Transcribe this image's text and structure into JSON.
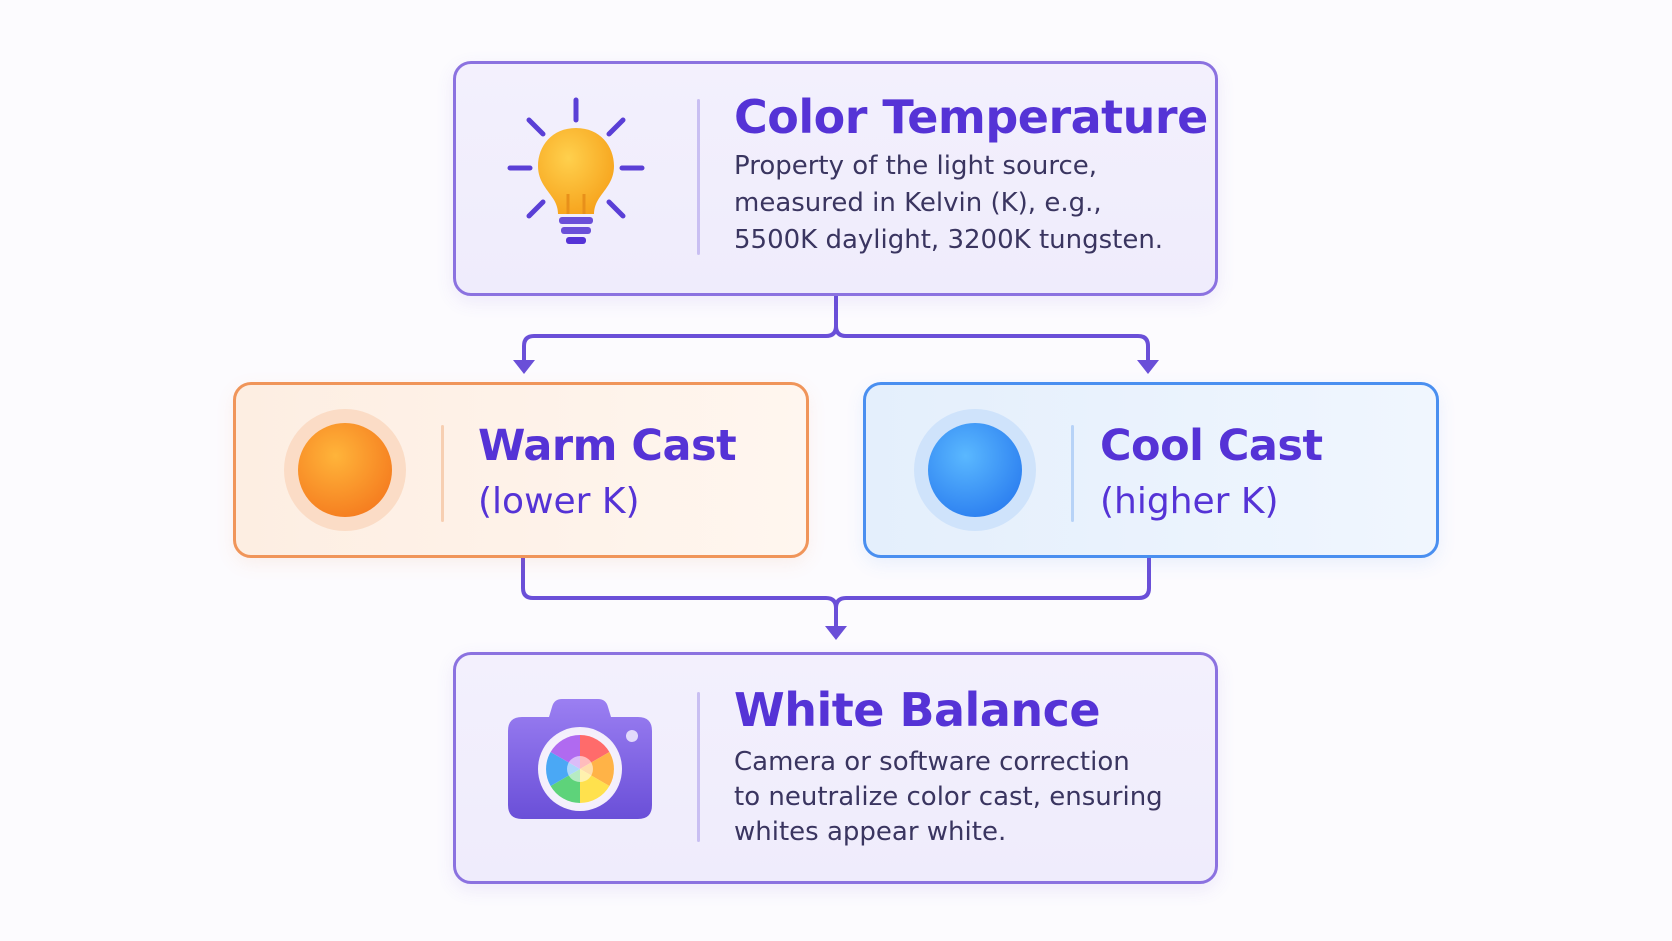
{
  "diagram": {
    "colors": {
      "accent": "#5533d6",
      "line": "#6a4fd8",
      "warm": "#f0955a",
      "cool": "#4a8ff0"
    },
    "top": {
      "icon": "lightbulb-icon",
      "title": "Color Temperature",
      "description": "Property of the light source,\nmeasured in Kelvin (K), e.g.,\n5500K daylight, 3200K tungsten."
    },
    "warm": {
      "icon": "warm-circle-icon",
      "title": "Warm Cast",
      "subtitle": "(lower K)"
    },
    "cool": {
      "icon": "cool-circle-icon",
      "title": "Cool Cast",
      "subtitle": "(higher K)"
    },
    "bottom": {
      "icon": "camera-icon",
      "title": "White Balance",
      "description": "Camera or software correction\nto neutralize color cast, ensuring\nwhites appear white."
    }
  }
}
